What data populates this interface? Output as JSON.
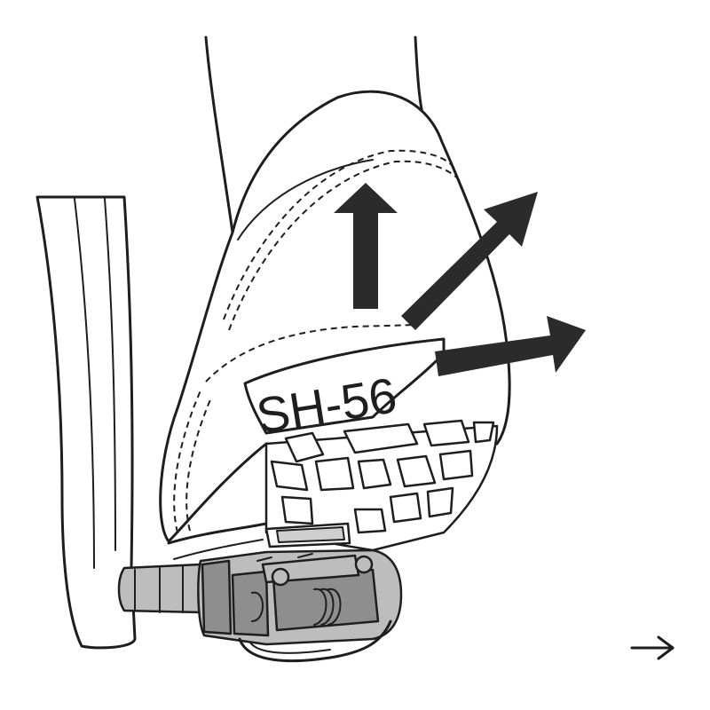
{
  "shoe": {
    "model_label": "SH-56"
  },
  "release_directions": [
    "up-arrow",
    "diagonal-arrow",
    "outward-arrow"
  ],
  "icons": {
    "next": "next-arrow-icon"
  },
  "colors": {
    "ink": "#1e1e1e",
    "arrow": "#2b2b2b",
    "pedal_grey": "#bdbdbd"
  }
}
